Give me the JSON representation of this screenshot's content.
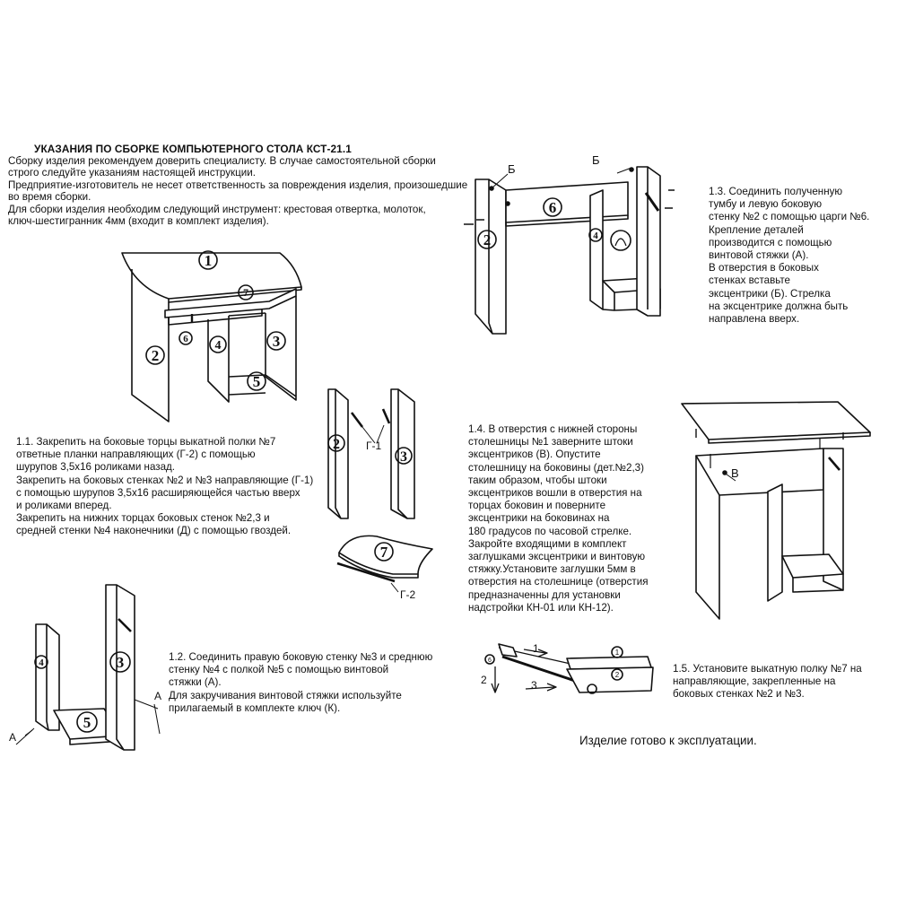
{
  "title": "УКАЗАНИЯ ПО СБОРКЕ КОМПЬЮТЕРНОГО СТОЛА КСТ-21.1",
  "intro": [
    "  Сборку  изделия  рекомендуем  доверить специалисту. В случае самостоятельной сборки",
    "строго следуйте указаниям настоящей инструкции.",
    "  Предприятие-изготовитель не несет ответственность за повреждения изделия, произошедшие",
    "во время сборки.",
    "  Для сборки изделия  необходим  следующий  инструмент: крестовая отвертка,  молоток,",
    "ключ-шестигранник 4мм  (входит в комплект изделия)."
  ],
  "steps": {
    "s11": [
      "1.1.  Закрепить на боковые торцы выкатной полки №7",
      "         ответные планки направляющих (Г-2) с помощью",
      "         шурупов 3,5х16 роликами назад.",
      "            Закрепить на боковых стенках №2 и №3 направляющие (Г-1)",
      "         с помощью шурупов 3,5х16 расширяющейся частью вверх",
      "         и роликами вперед.",
      "            Закрепить на нижних торцах боковых стенок №2,3 и",
      "         средней стенки №4 наконечники (Д) с помощью гвоздей."
    ],
    "s12": [
      "1.2.   Соединить правую боковую стенку №3 и среднюю",
      "          стенку №4 с  полкой  №5  с помощью винтовой",
      "          стяжки (А).",
      "          Для закручивания винтовой стяжки используйте",
      "          прилагаемый в комплекте ключ (К)."
    ],
    "s13": [
      "1.3.   Соединить полученную",
      "         тумбу и левую боковую",
      "         стенку №2 с помощью царги №6.",
      "              Крепление деталей",
      "         производится с помощью",
      "         винтовой стяжки (А).",
      "              В отверстия в боковых",
      "         стенках вставьте",
      "         эксцентрики (Б). Стрелка",
      "         на эксцентрике должна  быть",
      "         направлена вверх."
    ],
    "s14": [
      "1.4.    В отверстия с нижней стороны",
      "          столешницы №1 заверните штоки",
      "          эксцентриков (В). Опустите",
      "          столешницу на боковины (дет.№2,3)",
      "          таким образом, чтобы штоки",
      "          эксцентриков вошли в отверстия на",
      "          торцах боковин и поверните",
      "          эксцентрики на боковинах на",
      "          180 градусов по часовой стрелке.",
      "              Закройте входящими в комплект",
      "          заглушками эксцентрики и винтовую",
      "          стяжку.Установите заглушки 5мм  в",
      "          отверстия на столешнице (отверстия",
      "          предназначенны для установки",
      "          надстройки КН-01 или КН-12)."
    ],
    "s15": [
      "1.5.   Установите выкатную полку №7 на",
      "          направляющие, закрепленные  на",
      "          боковых стенках №2 и №3."
    ]
  },
  "final_note": "Изделие готово к эксплуатации.",
  "labels": {
    "n1": "1",
    "n2": "2",
    "n3": "3",
    "n4": "4",
    "n5": "5",
    "n6": "6",
    "n7": "7",
    "g1": "Г-1",
    "g2": "Г-2",
    "a": "А",
    "b": "Б",
    "v": "В",
    "arrow1": "1",
    "arrow2": "2",
    "arrow3": "3"
  },
  "colors": {
    "ink": "#111111",
    "paper": "#ffffff",
    "gray": "#bbbbbb"
  }
}
